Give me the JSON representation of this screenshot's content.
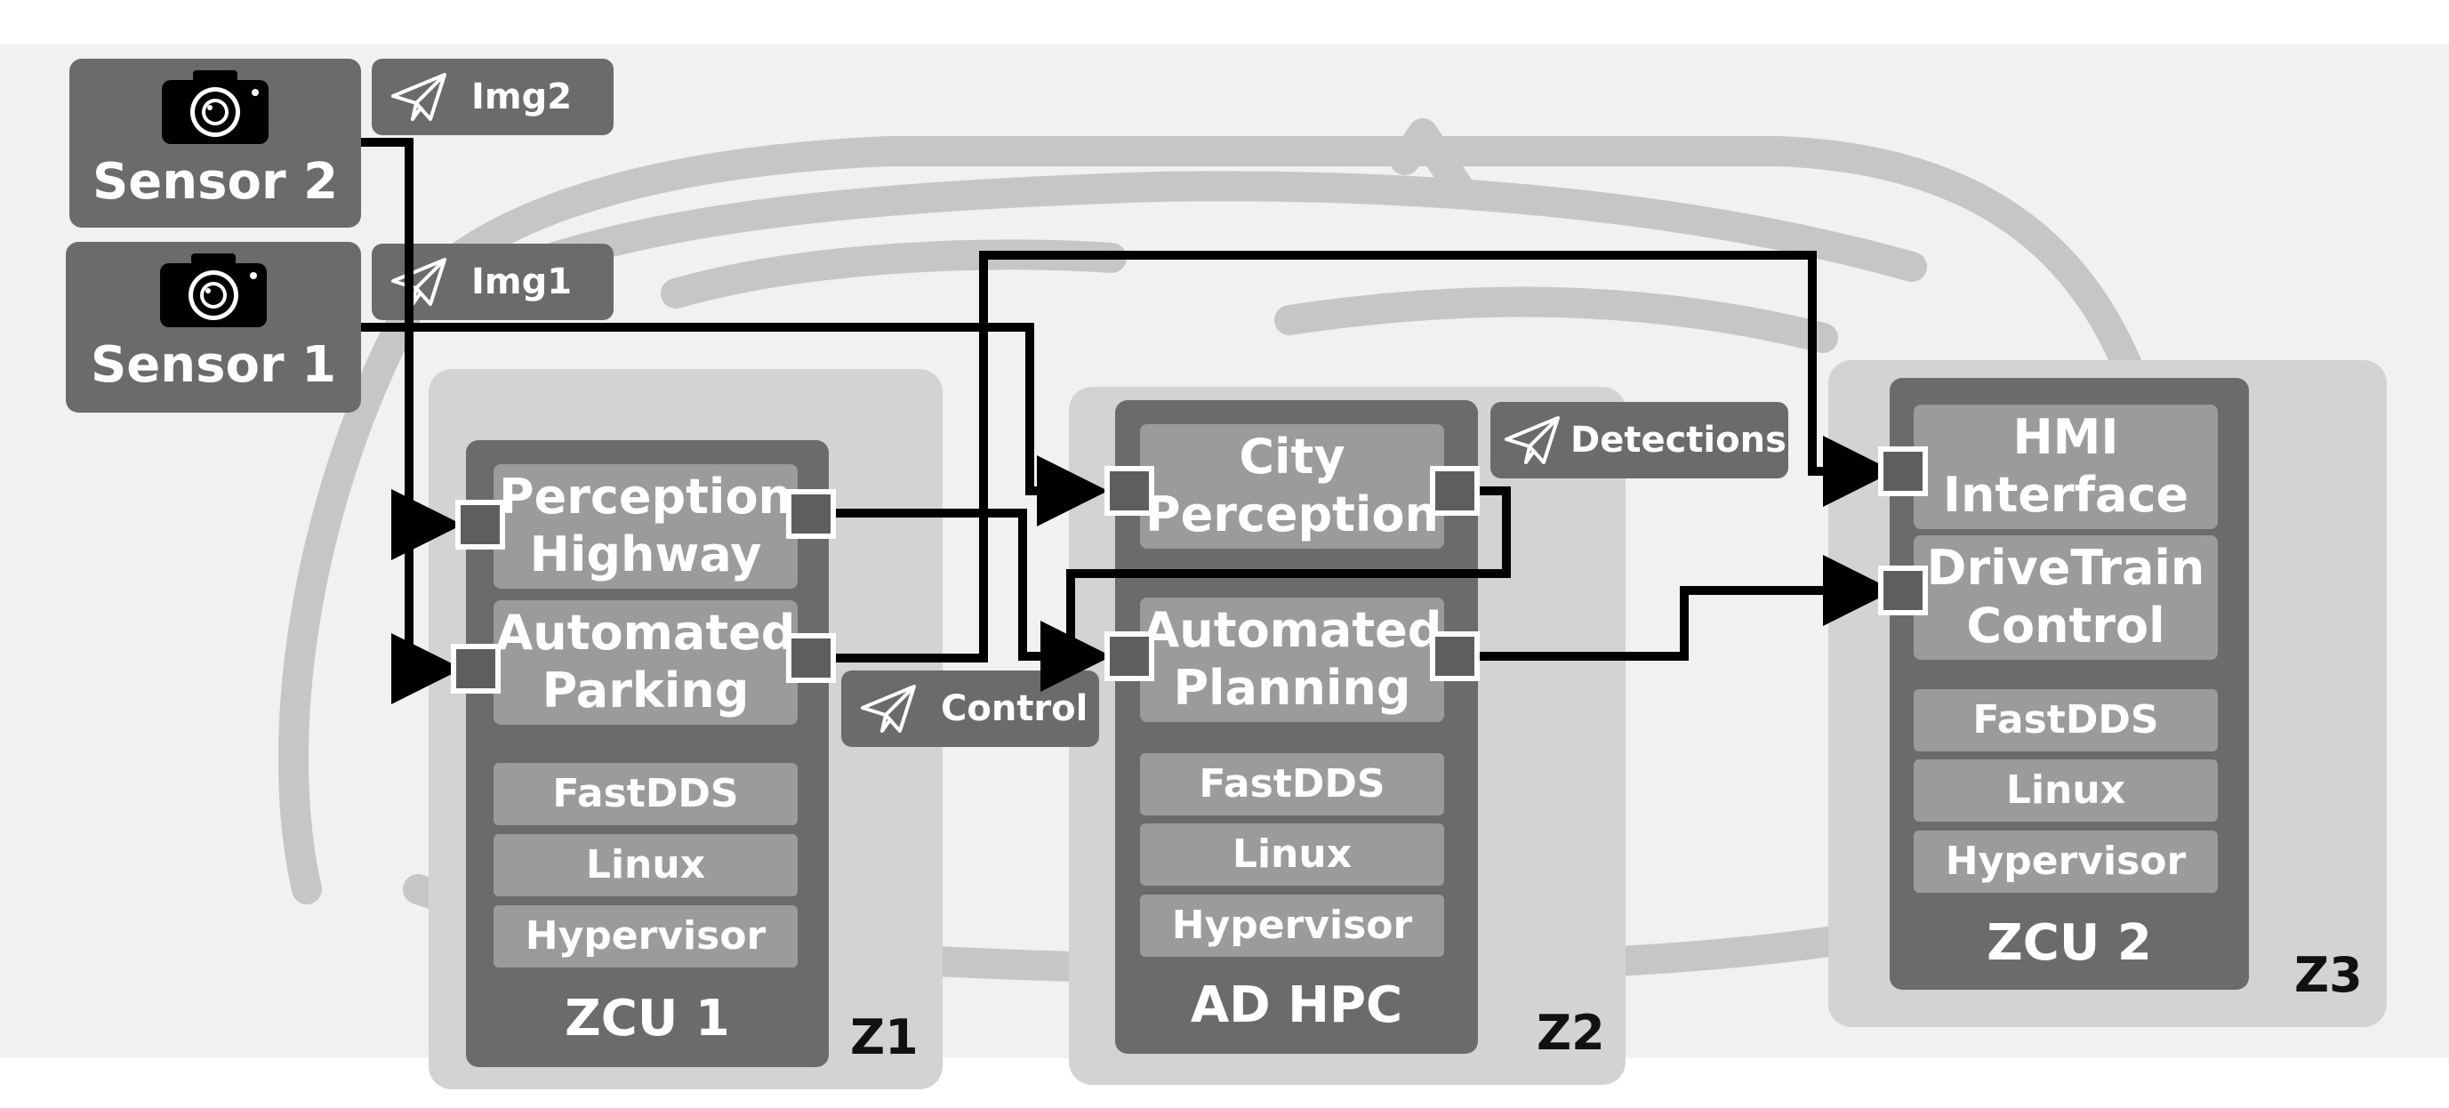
{
  "zones": [
    {
      "id": "z1",
      "label": "Z1"
    },
    {
      "id": "z2",
      "label": "Z2"
    },
    {
      "id": "z3",
      "label": "Z3"
    }
  ],
  "ecus": {
    "zcu1": {
      "name": "ZCU 1",
      "apps": [
        "Perception\nHighway",
        "Automated\nParking"
      ],
      "stack": [
        "FastDDS",
        "Linux",
        "Hypervisor"
      ]
    },
    "adhpc": {
      "name": "AD HPC",
      "apps": [
        "City\nPerception",
        "Automated\nPlanning"
      ],
      "stack": [
        "FastDDS",
        "Linux",
        "Hypervisor"
      ]
    },
    "zcu2": {
      "name": "ZCU 2",
      "apps": [
        "HMI\nInterface",
        "DriveTrain\nControl"
      ],
      "stack": [
        "FastDDS",
        "Linux",
        "Hypervisor"
      ]
    }
  },
  "sensors": [
    {
      "label": "Sensor 2",
      "icon": "camera-icon"
    },
    {
      "label": "Sensor 1",
      "icon": "camera-icon"
    }
  ],
  "messages": {
    "img2": "Img2",
    "img1": "Img1",
    "control": "Control",
    "detections": "Detections"
  },
  "colors": {
    "zone": "#d3d3d3",
    "ecu": "#6b6b6b",
    "service": "#9b9b9b",
    "wire": "#000000",
    "background": "#f1f1f1"
  }
}
